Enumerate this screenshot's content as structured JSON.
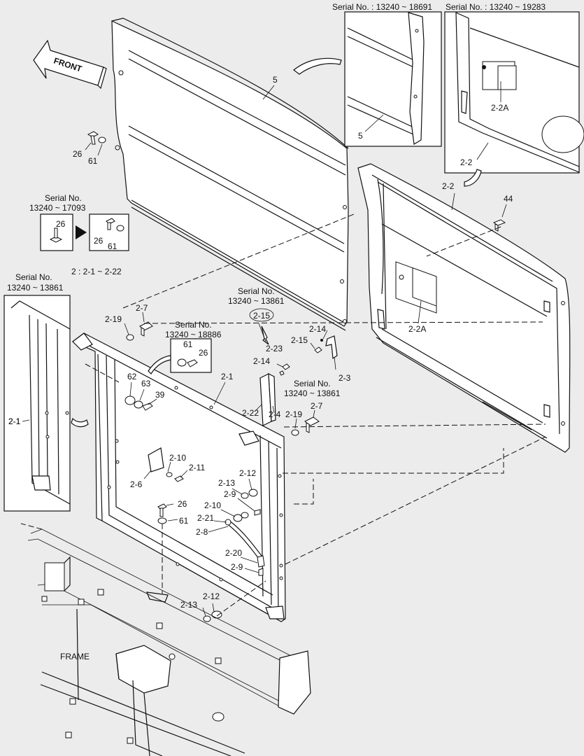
{
  "callouts": {
    "panel_5": "5",
    "panel_2_2": "2-2",
    "frame_2_1": "2-1",
    "frame_2_1_left": "2-1",
    "bolt_26_top": "26",
    "washer_61_top": "61",
    "bolt_44": "44",
    "bolt_39": "39",
    "washer_62": "62",
    "washer_63": "63",
    "bolt_2_7_top": "2-7",
    "nut_2_19_top": "2-19",
    "bolt_2_7_mid": "2-7",
    "nut_2_19_mid": "2-19",
    "ring_2_15": "2-15",
    "part_2_14_a": "2-14",
    "part_2_14_b": "2-14",
    "part_2_15": "2-15",
    "part_2_23": "2-23",
    "part_2_3": "2-3",
    "part_2_22": "2-22",
    "part_2_4": "2-4",
    "part_2_2A": "2-2A",
    "part_2_10_a": "2-10",
    "part_2_11": "2-11",
    "part_2_6": "2-6",
    "bolt_26_low": "26",
    "washer_61_low": "61",
    "part_2_12_a": "2-12",
    "part_2_13_a": "2-13",
    "part_2_9_a": "2-9",
    "part_2_10_b": "2-10",
    "part_2_21": "2-21",
    "part_2_8": "2-8",
    "part_2_20": "2-20",
    "part_2_9_b": "2-9",
    "part_2_12_b": "2-12",
    "part_2_13_b": "2-13",
    "range_note": "2 : 2-1 ~ 2-22",
    "frame_label": "FRAME",
    "front_label": "FRONT"
  },
  "serial_notes": {
    "inset_panel_5": "Serial No. : 13240 ~ 18691",
    "inset_panel_2_2": "Serial No. : 13240 ~ 19283",
    "inset_2_2A": "2-2A",
    "inset_2_2": "2-2",
    "inset_5": "5",
    "bolt_box_line1": "Serial No.",
    "bolt_box_line2": "13240 ~ 17093",
    "bolt_box_old": "26",
    "bolt_box_new_bolt": "26",
    "bolt_box_new_washer": "61",
    "left_box_line1": "Serial No.",
    "left_box_line2": "13240 ~ 13861",
    "left_box_part": "2-1",
    "washer_box_line1": "Serial No.",
    "washer_box_line2": "13240 ~ 18886",
    "washer_box_61": "61",
    "washer_box_26": "26",
    "mid_note_line1": "Serial No.",
    "mid_note_line2": "13240 ~ 13861",
    "right_note_line1": "Serial No.",
    "right_note_line2": "13240 ~ 13861"
  }
}
